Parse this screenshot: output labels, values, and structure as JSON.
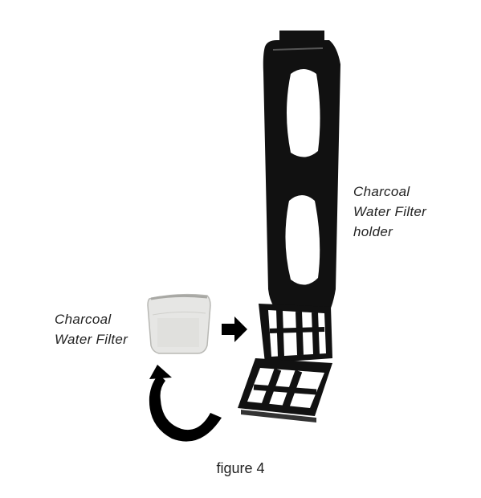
{
  "labels": {
    "holder": "Charcoal\nWater Filter\nholder",
    "filter": "Charcoal\nWater Filter"
  },
  "caption": "figure 4",
  "colors": {
    "plastic": "#111111",
    "filter_body": "#e6e6e4",
    "arrow": "#000000"
  },
  "icons": {
    "insert_arrow": "arrow-right-icon",
    "rotate_arrow": "curved-arrow-icon"
  }
}
